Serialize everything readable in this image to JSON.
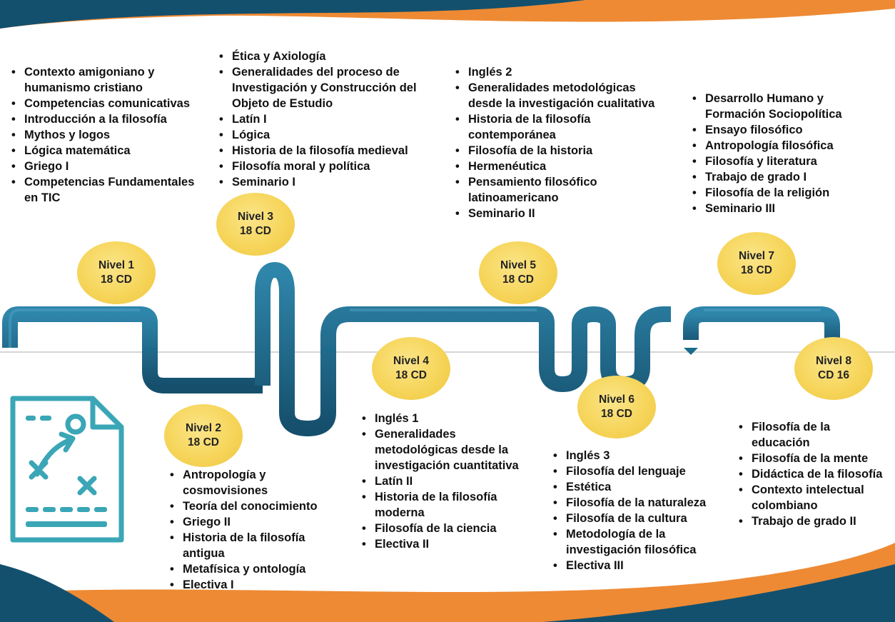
{
  "levels": [
    {
      "title": "Nivel 1",
      "credits": "18 CD",
      "courses": [
        "Contexto amigoniano y humanismo cristiano",
        "Competencias comunicativas",
        "Introducción a la filosofía",
        "Mythos y logos",
        "Lógica matemática",
        "Griego I",
        "Competencias Fundamentales en TIC"
      ]
    },
    {
      "title": "Nivel 2",
      "credits": "18 CD",
      "courses": [
        "Antropología y cosmovisiones",
        "Teoría del conocimiento",
        "Griego II",
        "Historia de la filosofía antigua",
        "Metafísica y ontología",
        "Electiva I"
      ]
    },
    {
      "title": "Nivel 3",
      "credits": "18 CD",
      "courses": [
        "Ética y Axiología",
        "Generalidades del proceso de Investigación y Construcción del Objeto de Estudio",
        "Latín I",
        "Lógica",
        "Historia de la filosofía medieval",
        "Filosofía moral y política",
        "Seminario I"
      ]
    },
    {
      "title": "Nivel 4",
      "credits": "18 CD",
      "courses": [
        "Inglés 1",
        "Generalidades metodológicas desde la investigación cuantitativa",
        "Latín II",
        "Historia de la filosofía moderna",
        "Filosofía de la ciencia",
        "Electiva II"
      ]
    },
    {
      "title": "Nivel 5",
      "credits": "18 CD",
      "courses": [
        "Inglés 2",
        "Generalidades metodológicas desde la investigación cualitativa",
        "Historia de la filosofía contemporánea",
        "Filosofía de la historia",
        "Hermenéutica",
        "Pensamiento filosófico latinoamericano",
        "Seminario II"
      ]
    },
    {
      "title": "Nivel 6",
      "credits": "18 CD",
      "courses": [
        "Inglés 3",
        "Filosofía del lenguaje",
        "Estética",
        "Filosofía de la naturaleza",
        "Filosofía de la cultura",
        "Metodología de la investigación filosófica",
        "Electiva III"
      ]
    },
    {
      "title": "Nivel 7",
      "credits": "18 CD",
      "courses": [
        "Desarrollo Humano y Formación Sociopolítica",
        "Ensayo filosófico",
        "Antropología filosófica",
        "Filosofía y literatura",
        "Trabajo de grado I",
        "Filosofía de la religión",
        "Seminario III"
      ]
    },
    {
      "title": "Nivel 8",
      "credits": "CD 16",
      "courses": [
        "Filosofía de la educación",
        "Filosofía de la mente",
        "Didáctica de la filosofía",
        "Contexto intelectual colombiano",
        "Trabajo de grado II"
      ]
    }
  ],
  "colors": {
    "pipe": "#1c6a8c",
    "pipe_light": "#2f86ab",
    "band_dark": "#13506e",
    "band_orange": "#ee8a34",
    "badge": "#f6d55a",
    "icon": "#3aa6b6"
  },
  "icon_name": "strategy-plan-icon"
}
